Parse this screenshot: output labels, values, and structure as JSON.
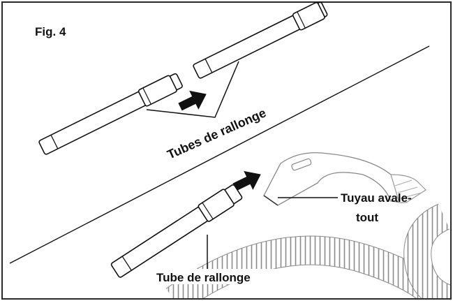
{
  "figure": {
    "title": "Fig. 4",
    "labels": {
      "extension_tubes": "Tubes de rallonge",
      "extension_tube": "Tube de rallonge",
      "hose_line1": "Tuyau avale-",
      "hose_line2": "tout"
    }
  },
  "colors": {
    "ink": "#111111",
    "background": "#ffffff",
    "frame": "#2a2a2a",
    "hose_stroke": "#8a8a8a"
  }
}
